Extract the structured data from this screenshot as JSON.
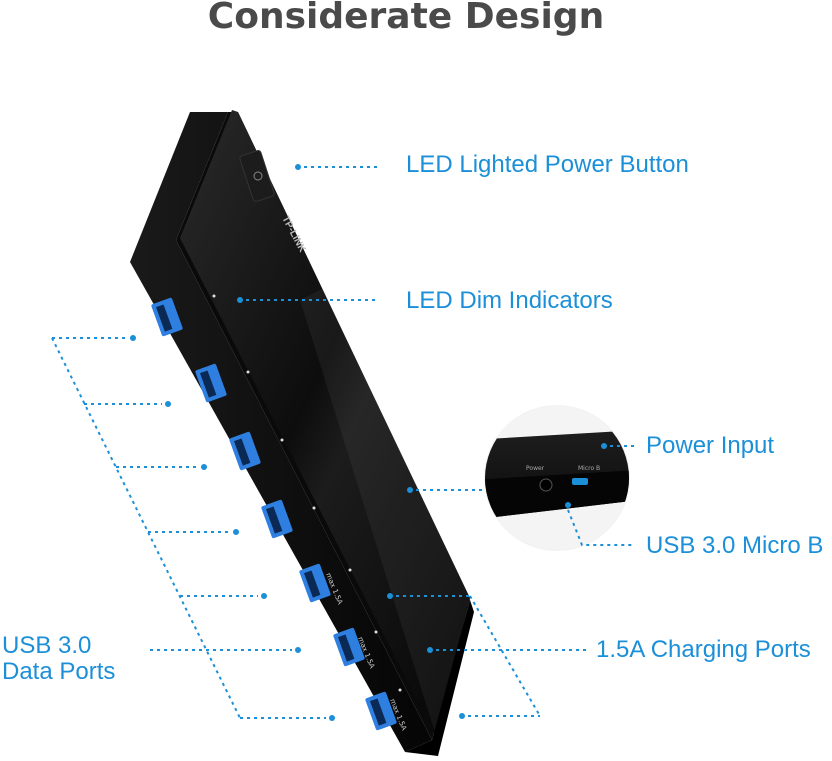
{
  "title": "Considerate Design",
  "device": {
    "brand_logo": "TP-LINK",
    "port_labels": [
      "max 1.5A",
      "max 1.5A",
      "max 1.5A"
    ],
    "inset_labels": [
      "Power",
      "Micro B"
    ]
  },
  "callouts": {
    "power_button": "LED Lighted Power Button",
    "dim_indicators": "LED Dim Indicators",
    "power_input": "Power Input",
    "micro_b": "USB 3.0 Micro B",
    "charging_ports": "1.5A Charging Ports",
    "data_ports_line1": "USB 3.0",
    "data_ports_line2": "Data Ports"
  },
  "colors": {
    "accent": "#1b8fd8",
    "device_body": "#111111",
    "port_blue": "#2f7fe0",
    "title": "#4a4a4a"
  }
}
